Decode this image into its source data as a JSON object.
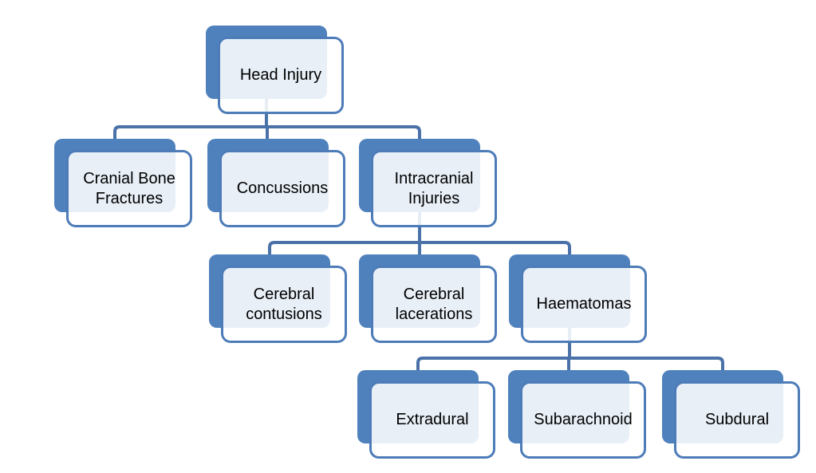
{
  "diagram": {
    "type": "hierarchy",
    "nodes": [
      {
        "id": "head-injury",
        "label": "Head Injury",
        "level": 1
      },
      {
        "id": "cranial-bone-fractures",
        "label": "Cranial Bone Fractures",
        "level": 2
      },
      {
        "id": "concussions",
        "label": "Concussions",
        "level": 2
      },
      {
        "id": "intracranial-injuries",
        "label": "Intracranial Injuries",
        "level": 2
      },
      {
        "id": "cerebral-contusions",
        "label": "Cerebral contusions",
        "level": 3
      },
      {
        "id": "cerebral-lacerations",
        "label": "Cerebral lacerations",
        "level": 3
      },
      {
        "id": "haematomas",
        "label": "Haematomas",
        "level": 3
      },
      {
        "id": "extradural",
        "label": "Extradural",
        "level": 4
      },
      {
        "id": "subarachnoid",
        "label": "Subarachnoid",
        "level": 4
      },
      {
        "id": "subdural",
        "label": "Subdural",
        "level": 4
      }
    ],
    "hierarchy": {
      "head-injury": [
        "cranial-bone-fractures",
        "concussions",
        "intracranial-injuries"
      ],
      "intracranial-injuries": [
        "cerebral-contusions",
        "cerebral-lacerations",
        "haematomas"
      ],
      "haematomas": [
        "extradural",
        "subarachnoid",
        "subdural"
      ]
    },
    "colors": {
      "shape_back": "#4f81bd",
      "shape_border": "#4d7cb8",
      "shape_fill_overlay": "rgba(255,255,255,0.87)",
      "connector": "#4a72a8",
      "text": "#000000",
      "background": "#ffffff"
    }
  }
}
